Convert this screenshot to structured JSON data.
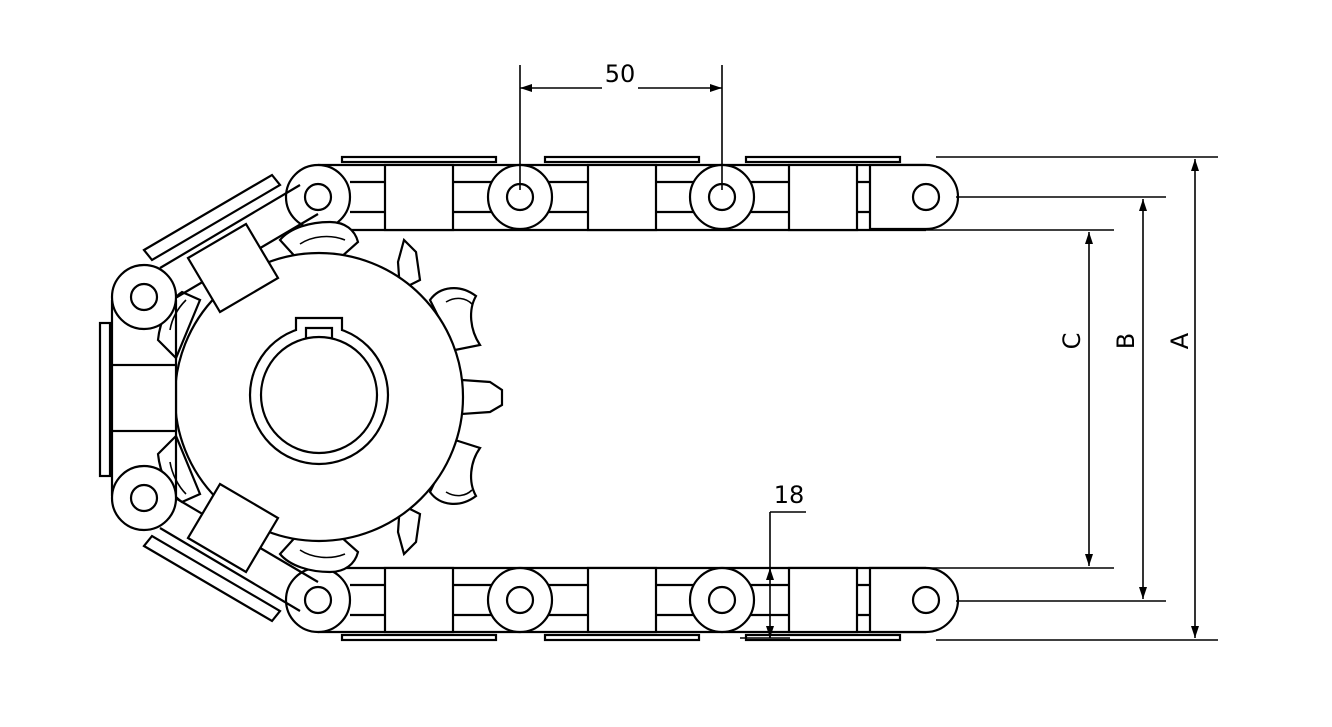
{
  "dimensions": {
    "pitch": "50",
    "thickness": "18",
    "outer": "A",
    "middle": "B",
    "inner": "C"
  }
}
